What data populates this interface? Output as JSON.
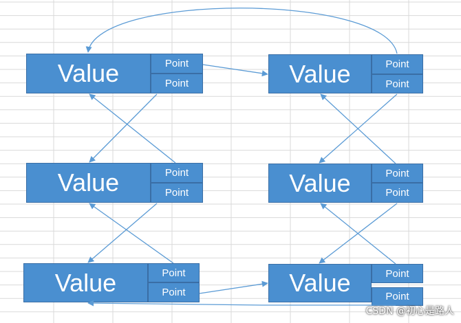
{
  "nodes": [
    {
      "value": "Value",
      "point_top": "Point",
      "point_bottom": "Point"
    },
    {
      "value": "Value",
      "point_top": "Point",
      "point_bottom": "Point"
    },
    {
      "value": "Value",
      "point_top": "Point",
      "point_bottom": "Point"
    },
    {
      "value": "Value",
      "point_top": "Point",
      "point_bottom": "Point"
    },
    {
      "value": "Value",
      "point_top": "Point",
      "point_bottom": "Point"
    },
    {
      "value": "Value",
      "point_top": "Point",
      "point_bottom": "Point"
    }
  ],
  "watermark": "CSDN @初心是路人",
  "colors": {
    "box_fill": "#4a8fd0",
    "box_border": "#3a6ea5",
    "arrow": "#5b9bd5",
    "grid": "#d9d9d9"
  }
}
